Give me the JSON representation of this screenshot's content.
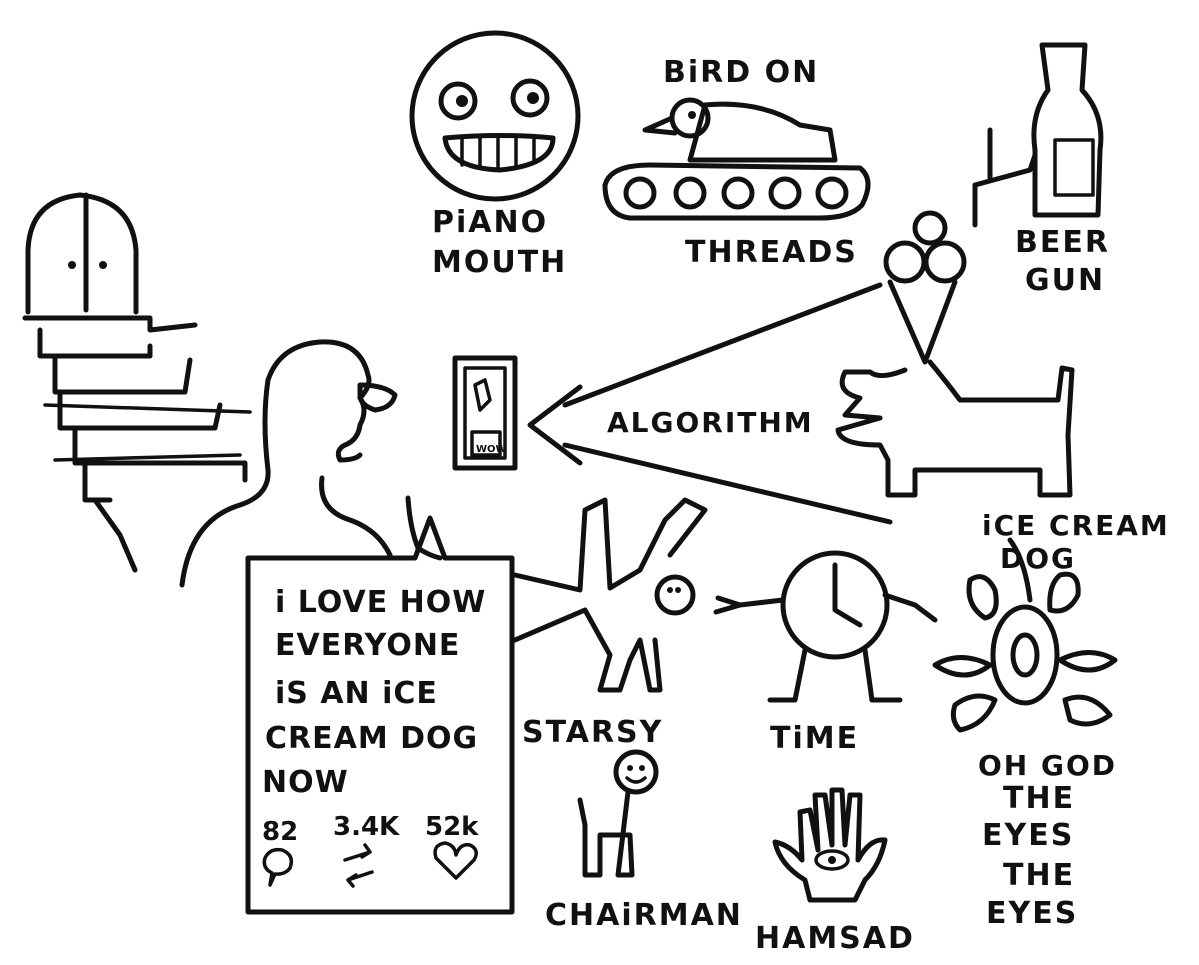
{
  "labels": {
    "piano_1": "PiANO",
    "piano_2": "MOUTH",
    "bird_1": "BiRD ON",
    "bird_2": "THREADS",
    "beer_1": "BEER",
    "beer_2": "GUN",
    "algorithm": "ALGORITHM",
    "icecream_1": "iCE CREAM",
    "icecream_2": "DOG",
    "starsy": "STARSY",
    "time": "TiME",
    "ohgod_1": "OH GOD",
    "ohgod_2": "THE",
    "ohgod_3": "EYES",
    "ohgod_4": "THE",
    "ohgod_5": "EYES",
    "chairman": "CHAiRMAN",
    "hamsad": "HAMSAD",
    "frame": "WOW"
  },
  "post": {
    "line_1": "i LOVE  HOW",
    "line_2": "EVERYONE",
    "line_3": "iS AN  iCE",
    "line_4": "CREAM  DOG",
    "line_5": "NOW",
    "replies": "82",
    "reposts": "3.4K",
    "likes": "52k"
  },
  "icons": [
    "reply-icon",
    "repost-icon",
    "heart-icon"
  ],
  "colors": {
    "ink": "#111111",
    "paper": "#ffffff"
  }
}
